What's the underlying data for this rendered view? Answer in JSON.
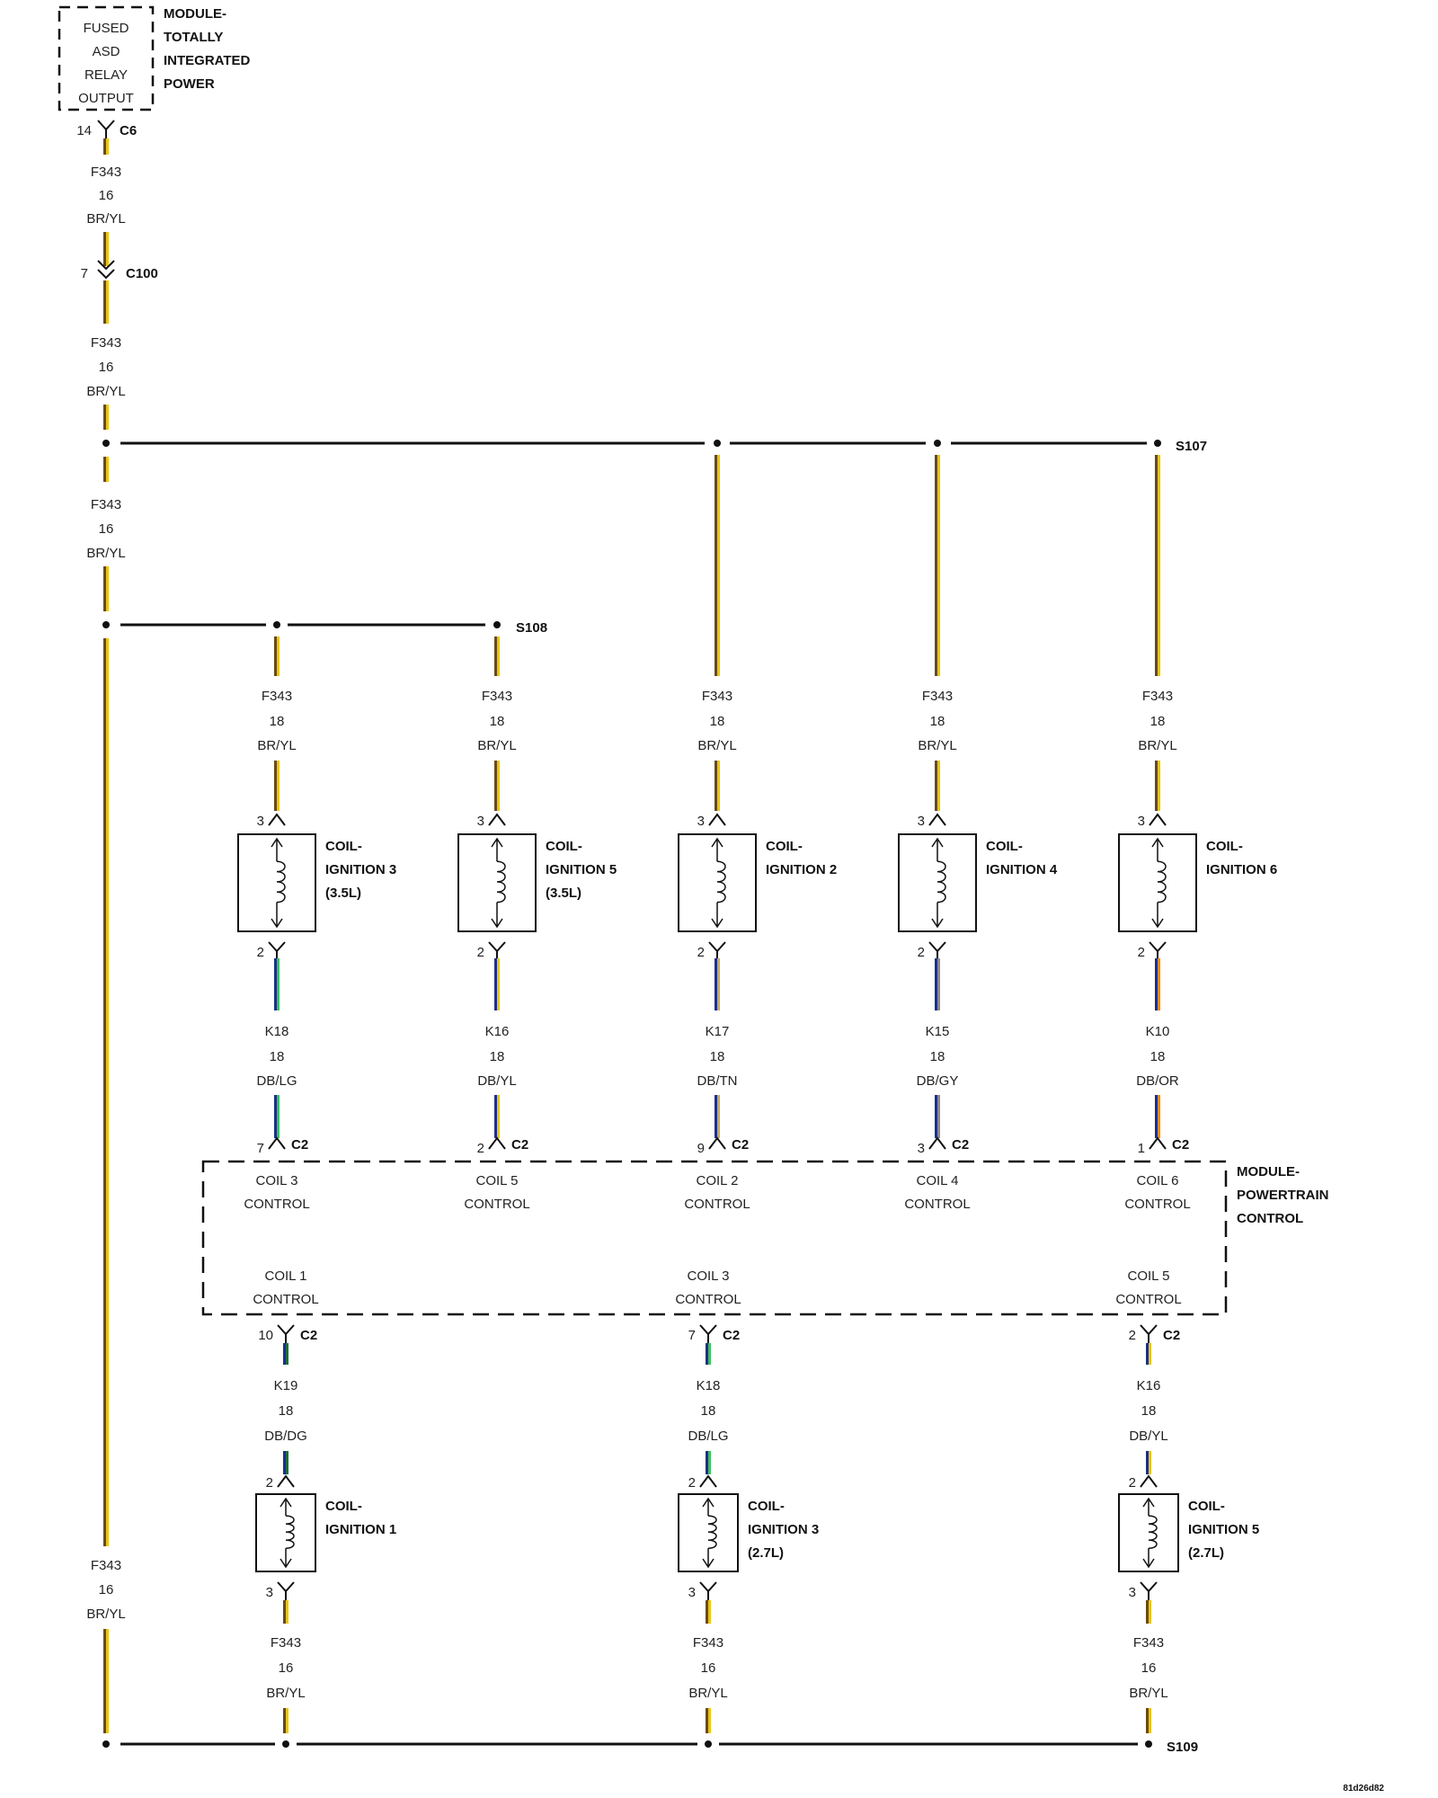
{
  "colors": {
    "background": "#ffffff",
    "outline": "#111111",
    "wire_brown": "#6b4a12",
    "wire_yellow": "#e6c619",
    "wire_darkblue": "#1b2f8a",
    "wire_lightgreen": "#3fbf5a",
    "wire_darkgreen": "#1f6e3a",
    "wire_tan": "#c9a86a",
    "wire_gray": "#8a8a8a",
    "wire_orange": "#f08a1c"
  },
  "tipm": {
    "box_lines": [
      "FUSED",
      "ASD",
      "RELAY",
      "OUTPUT"
    ],
    "title_lines": [
      "MODULE-",
      "TOTALLY",
      "INTEGRATED",
      "POWER"
    ],
    "pin": "14",
    "connector": "C6"
  },
  "connector_c100": {
    "pin": "7",
    "name": "C100"
  },
  "wire_main": {
    "circuit": "F343",
    "gauge": "16",
    "color": "BR/YL"
  },
  "wire_branch": {
    "circuit": "F343",
    "gauge": "18",
    "color": "BR/YL"
  },
  "splices": {
    "s107": "S107",
    "s108": "S108",
    "s109": "S109"
  },
  "coil_power_pin": "3",
  "coil_control_pin": "2",
  "upper_coils": [
    {
      "name_lines": [
        "COIL-",
        "IGNITION 3",
        "(3.5L)"
      ],
      "ctrl_circuit": "K18",
      "ctrl_gauge": "18",
      "ctrl_color": "DB/LG",
      "pcm_pin": "7",
      "pcm_conn": "C2",
      "pcm_label": [
        "COIL 3",
        "CONTROL"
      ]
    },
    {
      "name_lines": [
        "COIL-",
        "IGNITION 5",
        "(3.5L)"
      ],
      "ctrl_circuit": "K16",
      "ctrl_gauge": "18",
      "ctrl_color": "DB/YL",
      "pcm_pin": "2",
      "pcm_conn": "C2",
      "pcm_label": [
        "COIL 5",
        "CONTROL"
      ]
    },
    {
      "name_lines": [
        "COIL-",
        "IGNITION 2"
      ],
      "ctrl_circuit": "K17",
      "ctrl_gauge": "18",
      "ctrl_color": "DB/TN",
      "pcm_pin": "9",
      "pcm_conn": "C2",
      "pcm_label": [
        "COIL 2",
        "CONTROL"
      ]
    },
    {
      "name_lines": [
        "COIL-",
        "IGNITION 4"
      ],
      "ctrl_circuit": "K15",
      "ctrl_gauge": "18",
      "ctrl_color": "DB/GY",
      "pcm_pin": "3",
      "pcm_conn": "C2",
      "pcm_label": [
        "COIL 4",
        "CONTROL"
      ]
    },
    {
      "name_lines": [
        "COIL-",
        "IGNITION 6"
      ],
      "ctrl_circuit": "K10",
      "ctrl_gauge": "18",
      "ctrl_color": "DB/OR",
      "pcm_pin": "1",
      "pcm_conn": "C2",
      "pcm_label": [
        "COIL 6",
        "CONTROL"
      ]
    }
  ],
  "pcm": {
    "title_lines": [
      "MODULE-",
      "POWERTRAIN",
      "CONTROL"
    ]
  },
  "lower_coils": [
    {
      "pcm_label": [
        "COIL 1",
        "CONTROL"
      ],
      "pcm_pin": "10",
      "pcm_conn": "C2",
      "ctrl_circuit": "K19",
      "ctrl_gauge": "18",
      "ctrl_color": "DB/DG",
      "name_lines": [
        "COIL-",
        "IGNITION 1"
      ],
      "pwr_circuit": "F343",
      "pwr_gauge": "16",
      "pwr_color": "BR/YL"
    },
    {
      "pcm_label": [
        "COIL 3",
        "CONTROL"
      ],
      "pcm_pin": "7",
      "pcm_conn": "C2",
      "ctrl_circuit": "K18",
      "ctrl_gauge": "18",
      "ctrl_color": "DB/LG",
      "name_lines": [
        "COIL-",
        "IGNITION 3",
        "(2.7L)"
      ],
      "pwr_circuit": "F343",
      "pwr_gauge": "16",
      "pwr_color": "BR/YL"
    },
    {
      "pcm_label": [
        "COIL 5",
        "CONTROL"
      ],
      "pcm_pin": "2",
      "pcm_conn": "C2",
      "ctrl_circuit": "K16",
      "ctrl_gauge": "18",
      "ctrl_color": "DB/YL",
      "name_lines": [
        "COIL-",
        "IGNITION 5",
        "(2.7L)"
      ],
      "pwr_circuit": "F343",
      "pwr_gauge": "16",
      "pwr_color": "BR/YL"
    }
  ],
  "figure_code": "81d26d82"
}
